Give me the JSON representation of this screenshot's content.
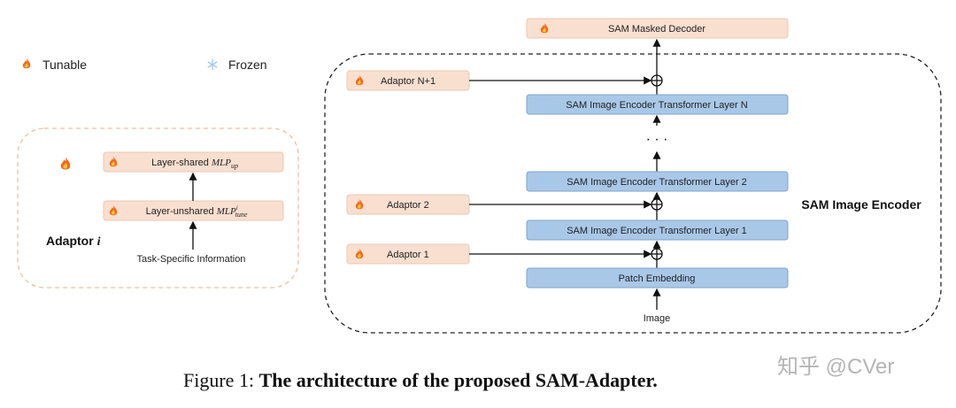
{
  "legend": {
    "tunable": {
      "icon": "fire-icon",
      "label": "Tunable"
    },
    "frozen": {
      "icon": "snowflake-icon",
      "label": "Frozen"
    }
  },
  "adaptor_detail": {
    "title_prefix": "Adaptor ",
    "title_var": "i",
    "shared": {
      "prefix": "Layer-shared ",
      "mlp": "MLP",
      "sub": "up"
    },
    "unshared": {
      "prefix": "Layer-unshared ",
      "mlp": "MLP",
      "sup": "i",
      "sub": "tune"
    },
    "input": "Task-Specific Information"
  },
  "encoder": {
    "label": "SAM Image Encoder",
    "decoder": "SAM Masked Decoder",
    "adaptor_n1": "Adaptor N+1",
    "adaptor_2": "Adaptor 2",
    "adaptor_1": "Adaptor 1",
    "layer_n": "SAM Image Encoder Transformer Layer N",
    "layer_2": "SAM Image Encoder Transformer Layer 2",
    "layer_1": "SAM Image Encoder Transformer Layer 1",
    "patch": "Patch Embedding",
    "input": "Image",
    "ellipsis": "·   ·   ·"
  },
  "caption": {
    "prefix": "Figure 1: ",
    "bold": "The architecture of the proposed SAM-Adapter."
  },
  "watermark": "知乎 @CVer",
  "colors": {
    "tunable_box": "#f9dfd0",
    "frozen_box": "#a9c8e8",
    "adaptor_border": "#eebf9f"
  }
}
